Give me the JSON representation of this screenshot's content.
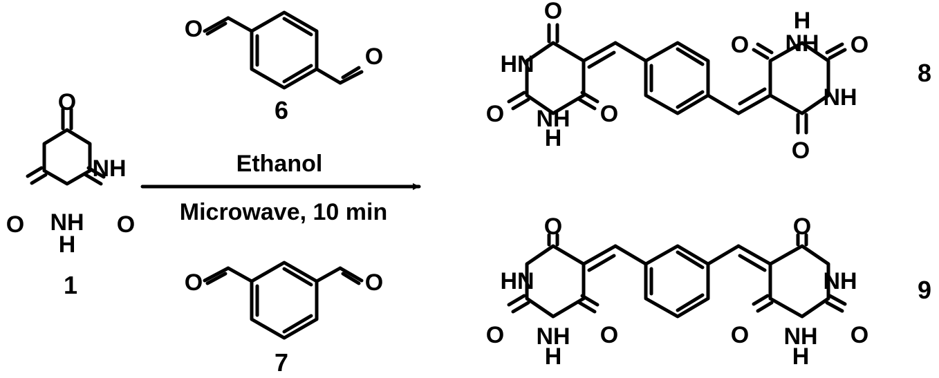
{
  "atoms": {
    "O": "O",
    "NH": "NH",
    "HN": "HN",
    "H": "H"
  },
  "reaction": {
    "condition_top": "Ethanol",
    "condition_bottom": "Microwave, 10 min"
  },
  "compounds": {
    "barbituric_acid": "1",
    "terephthalaldehyde": "6",
    "isophthalaldehyde": "7",
    "para_product": "8",
    "meta_product": "9"
  }
}
